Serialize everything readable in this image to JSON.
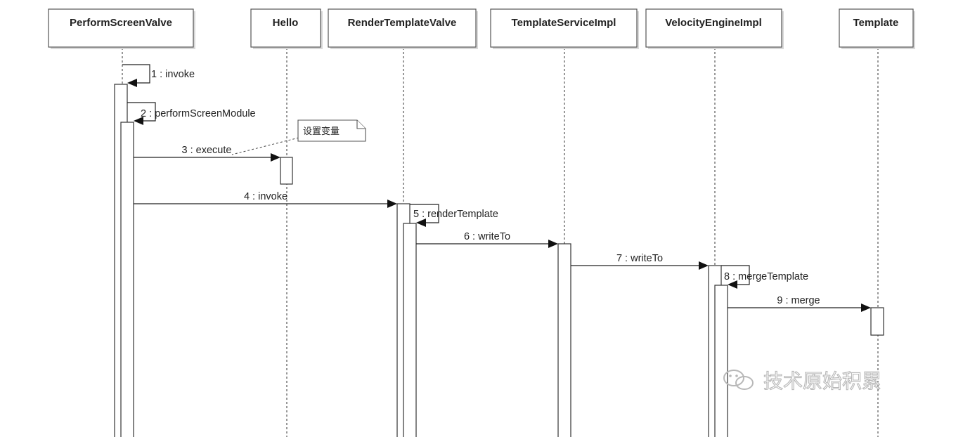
{
  "participants": [
    {
      "id": "p1",
      "label": "PerformScreenValve"
    },
    {
      "id": "p2",
      "label": "Hello"
    },
    {
      "id": "p3",
      "label": "RenderTemplateValve"
    },
    {
      "id": "p4",
      "label": "TemplateServiceImpl"
    },
    {
      "id": "p5",
      "label": "VelocityEngineImpl"
    },
    {
      "id": "p6",
      "label": "Template"
    }
  ],
  "messages": [
    {
      "label": "1 : invoke"
    },
    {
      "label": "2 : performScreenModule"
    },
    {
      "label": "3 : execute"
    },
    {
      "label": "4 : invoke"
    },
    {
      "label": "5 : renderTemplate"
    },
    {
      "label": "6 : writeTo"
    },
    {
      "label": "7 : writeTo"
    },
    {
      "label": "8 : mergeTemplate"
    },
    {
      "label": "9 : merge"
    }
  ],
  "note": {
    "text": "设置变量"
  },
  "watermark": {
    "text": "技术原始积累",
    "icon": "wechat-icon"
  },
  "colors": {
    "line": "#222222",
    "arrowhead": "#111111",
    "box_border": "#555555",
    "watermark": "#b8b8b8"
  }
}
